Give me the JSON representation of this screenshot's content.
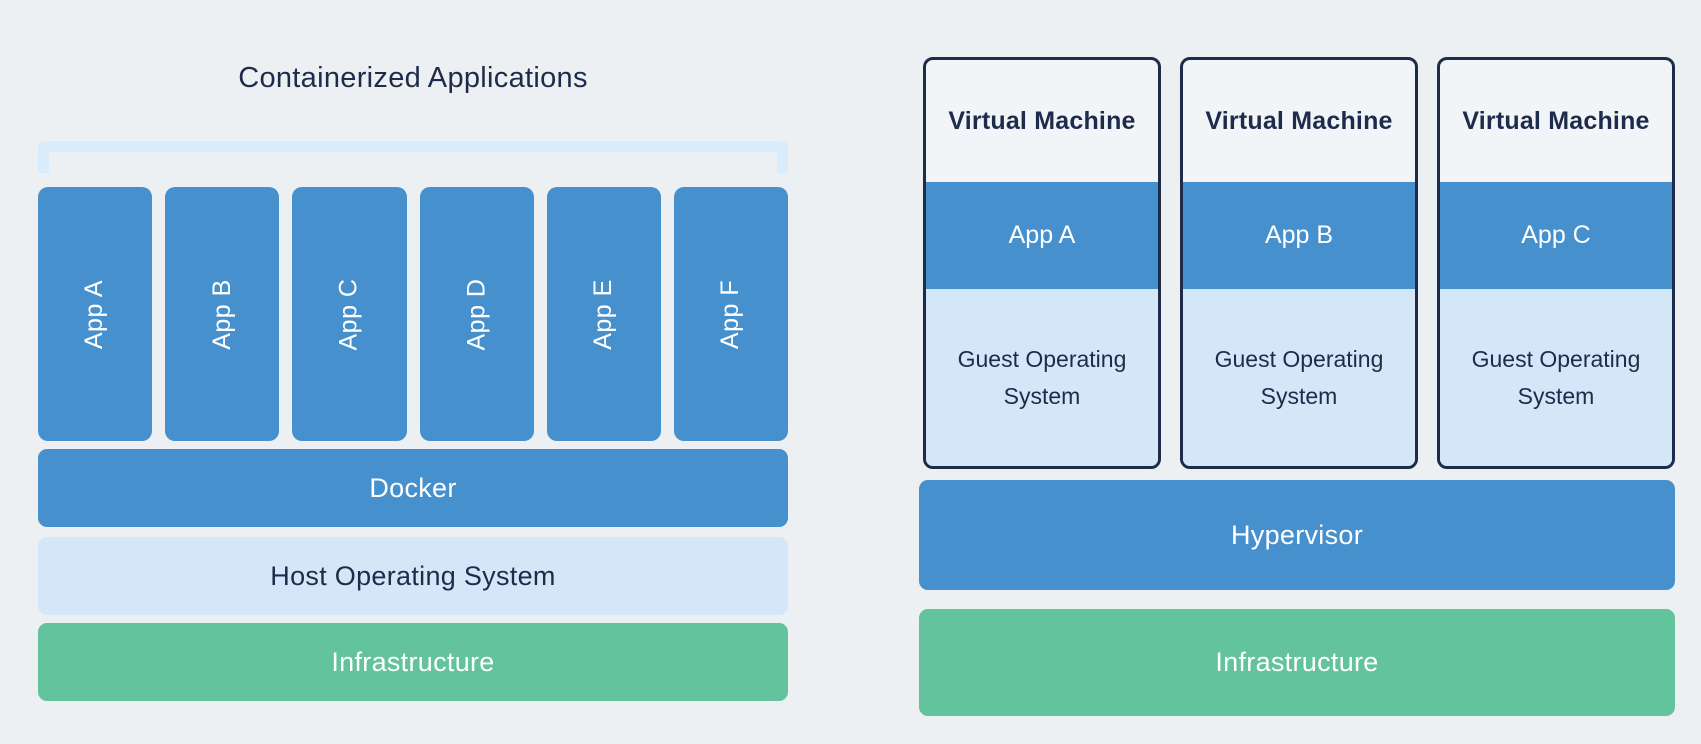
{
  "page": {
    "background": "#edf0f2"
  },
  "colors": {
    "blue": "#4790ce",
    "light_blue": "#d3e7f8",
    "bracket_blue": "#d9ecfb",
    "green": "#63c39c",
    "navy": "#1e2b4a",
    "white": "#ffffff"
  },
  "left": {
    "title": "Containerized Applications",
    "apps": [
      "App A",
      "App B",
      "App C",
      "App D",
      "App E",
      "App F"
    ],
    "layers": [
      {
        "label": "Docker"
      },
      {
        "label": "Host Operating System"
      },
      {
        "label": "Infrastructure"
      }
    ]
  },
  "right": {
    "vms": [
      {
        "title": "Virtual Machine",
        "app": "App A",
        "os": "Guest Operating System"
      },
      {
        "title": "Virtual Machine",
        "app": "App B",
        "os": "Guest Operating System"
      },
      {
        "title": "Virtual Machine",
        "app": "App C",
        "os": "Guest Operating System"
      }
    ],
    "layers": [
      {
        "label": "Hypervisor"
      },
      {
        "label": "Infrastructure"
      }
    ]
  }
}
